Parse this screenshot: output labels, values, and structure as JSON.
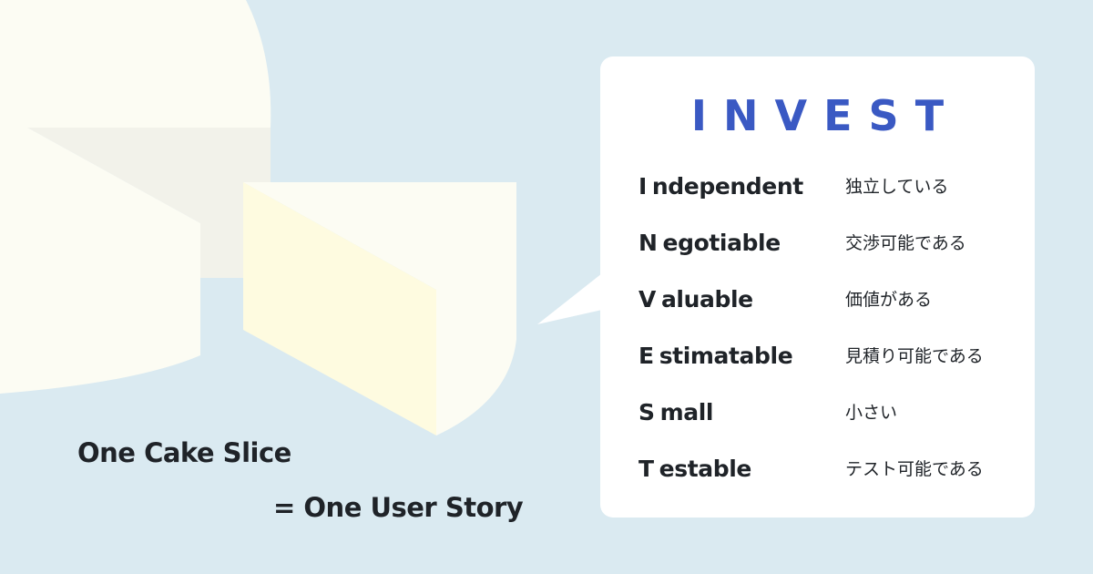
{
  "background_color": "#daeaf1",
  "card_color": "#ffffff",
  "accent_color": "#3a59c3",
  "text_color": "#1f2328",
  "captions": {
    "line1": "One Cake Slice",
    "line2": "= One User Story"
  },
  "invest": {
    "title": "INVEST",
    "items": [
      {
        "initial": "I",
        "rest": "ndependent",
        "meaning": "独立している"
      },
      {
        "initial": "N",
        "rest": "egotiable",
        "meaning": "交渉可能である"
      },
      {
        "initial": "V",
        "rest": "aluable",
        "meaning": "価値がある"
      },
      {
        "initial": "E",
        "rest": "stimatable",
        "meaning": "見積り可能である"
      },
      {
        "initial": "S",
        "rest": "mall",
        "meaning": "小さい"
      },
      {
        "initial": "T",
        "rest": "estable",
        "meaning": "テスト可能である"
      }
    ]
  }
}
